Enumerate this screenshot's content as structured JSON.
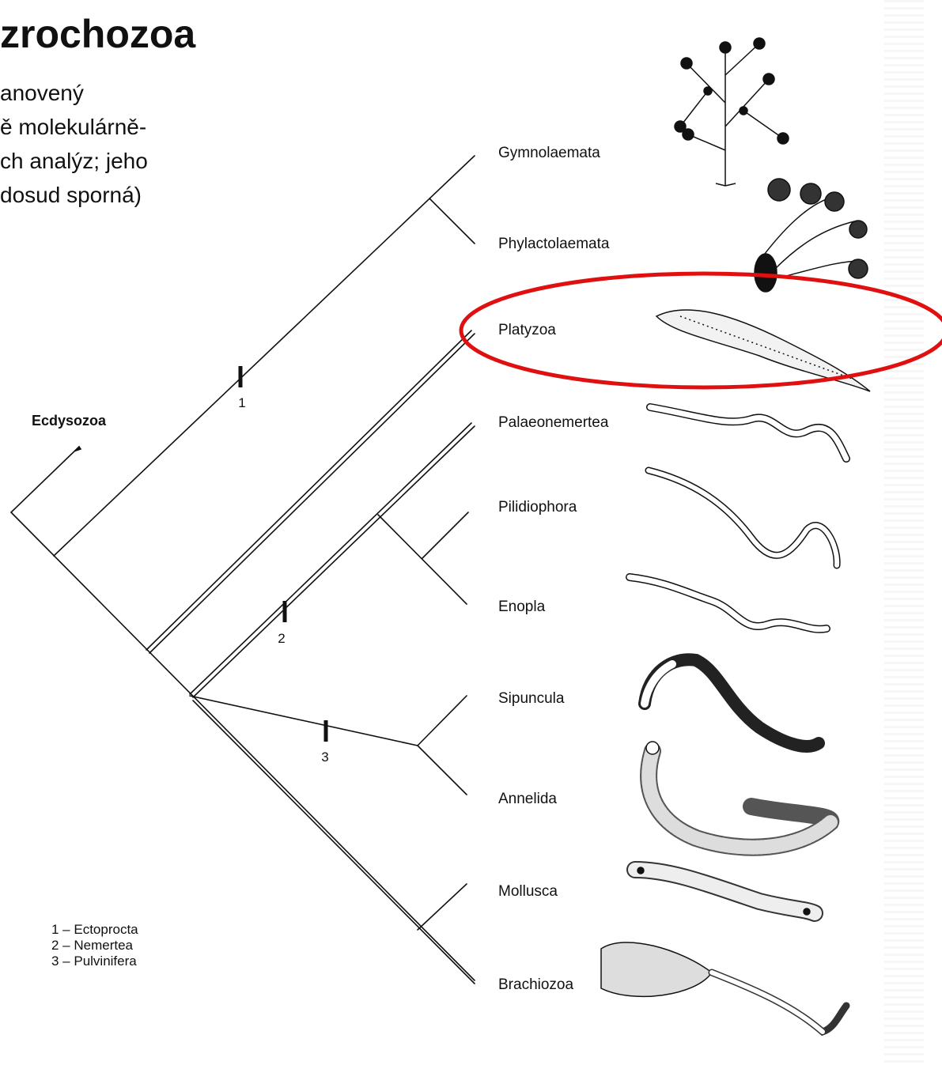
{
  "title": "zrochozoa",
  "subtitle_lines": [
    "anovený",
    "ě molekulárně-",
    "ch analýz; jeho",
    "dosud sporná)"
  ],
  "outgroup_label": "Ecdysozoa",
  "taxa": [
    "Gymnolaemata",
    "Phylactolaemata",
    "Platyzoa",
    "Palaeonemertea",
    "Pilidiophora",
    "Enopla",
    "Sipuncula",
    "Annelida",
    "Mollusca",
    "Brachiozoa"
  ],
  "clade_marks": [
    "1",
    "2",
    "3"
  ],
  "legend": [
    "1 – Ectoprocta",
    "2 – Nemertea",
    "3 – Pulvinifera"
  ],
  "colors": {
    "highlight_ellipse": "#e01010",
    "lines": "#111111"
  },
  "highlighted_taxon": "Platyzoa",
  "icons": [
    "bryozoan-colony-illustration",
    "freshwater-bryozoan-illustration",
    "flatworm-illustration",
    "ribbon-worm-illustration",
    "ribbon-worm-illustration",
    "ribbon-worm-illustration",
    "peanut-worm-illustration",
    "segmented-worm-illustration",
    "worm-mollusc-illustration",
    "brachiopod-illustration"
  ]
}
